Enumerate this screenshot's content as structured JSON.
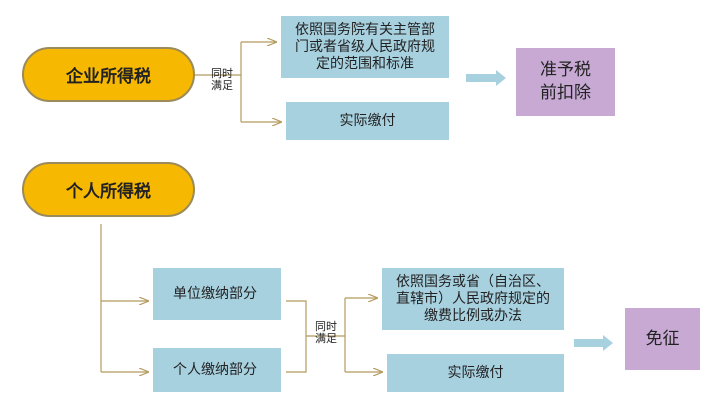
{
  "enterprise": {
    "category": "企业所得税",
    "condition": "依照国务院有关主管部门或者省级人民政府规定的范围和标准",
    "actual": "实际缴付",
    "joint": [
      "同时",
      "满足"
    ],
    "result": [
      "准予税",
      "前扣除"
    ]
  },
  "individual": {
    "category": "个人所得税",
    "unit_part": "单位缴纳部分",
    "personal_part": "个人缴纳部分",
    "condition": "依照国务或省（自治区、直辖市）人民政府规定的缴费比例或办法",
    "actual": "实际缴付",
    "joint": [
      "同时",
      "满足"
    ],
    "result": "免征"
  },
  "colors": {
    "pill": "#f6b800",
    "box": "#a8d1e0",
    "result": "#c7a9d4",
    "connector": "#b39a5e",
    "arrow": "#a8d1e0"
  }
}
